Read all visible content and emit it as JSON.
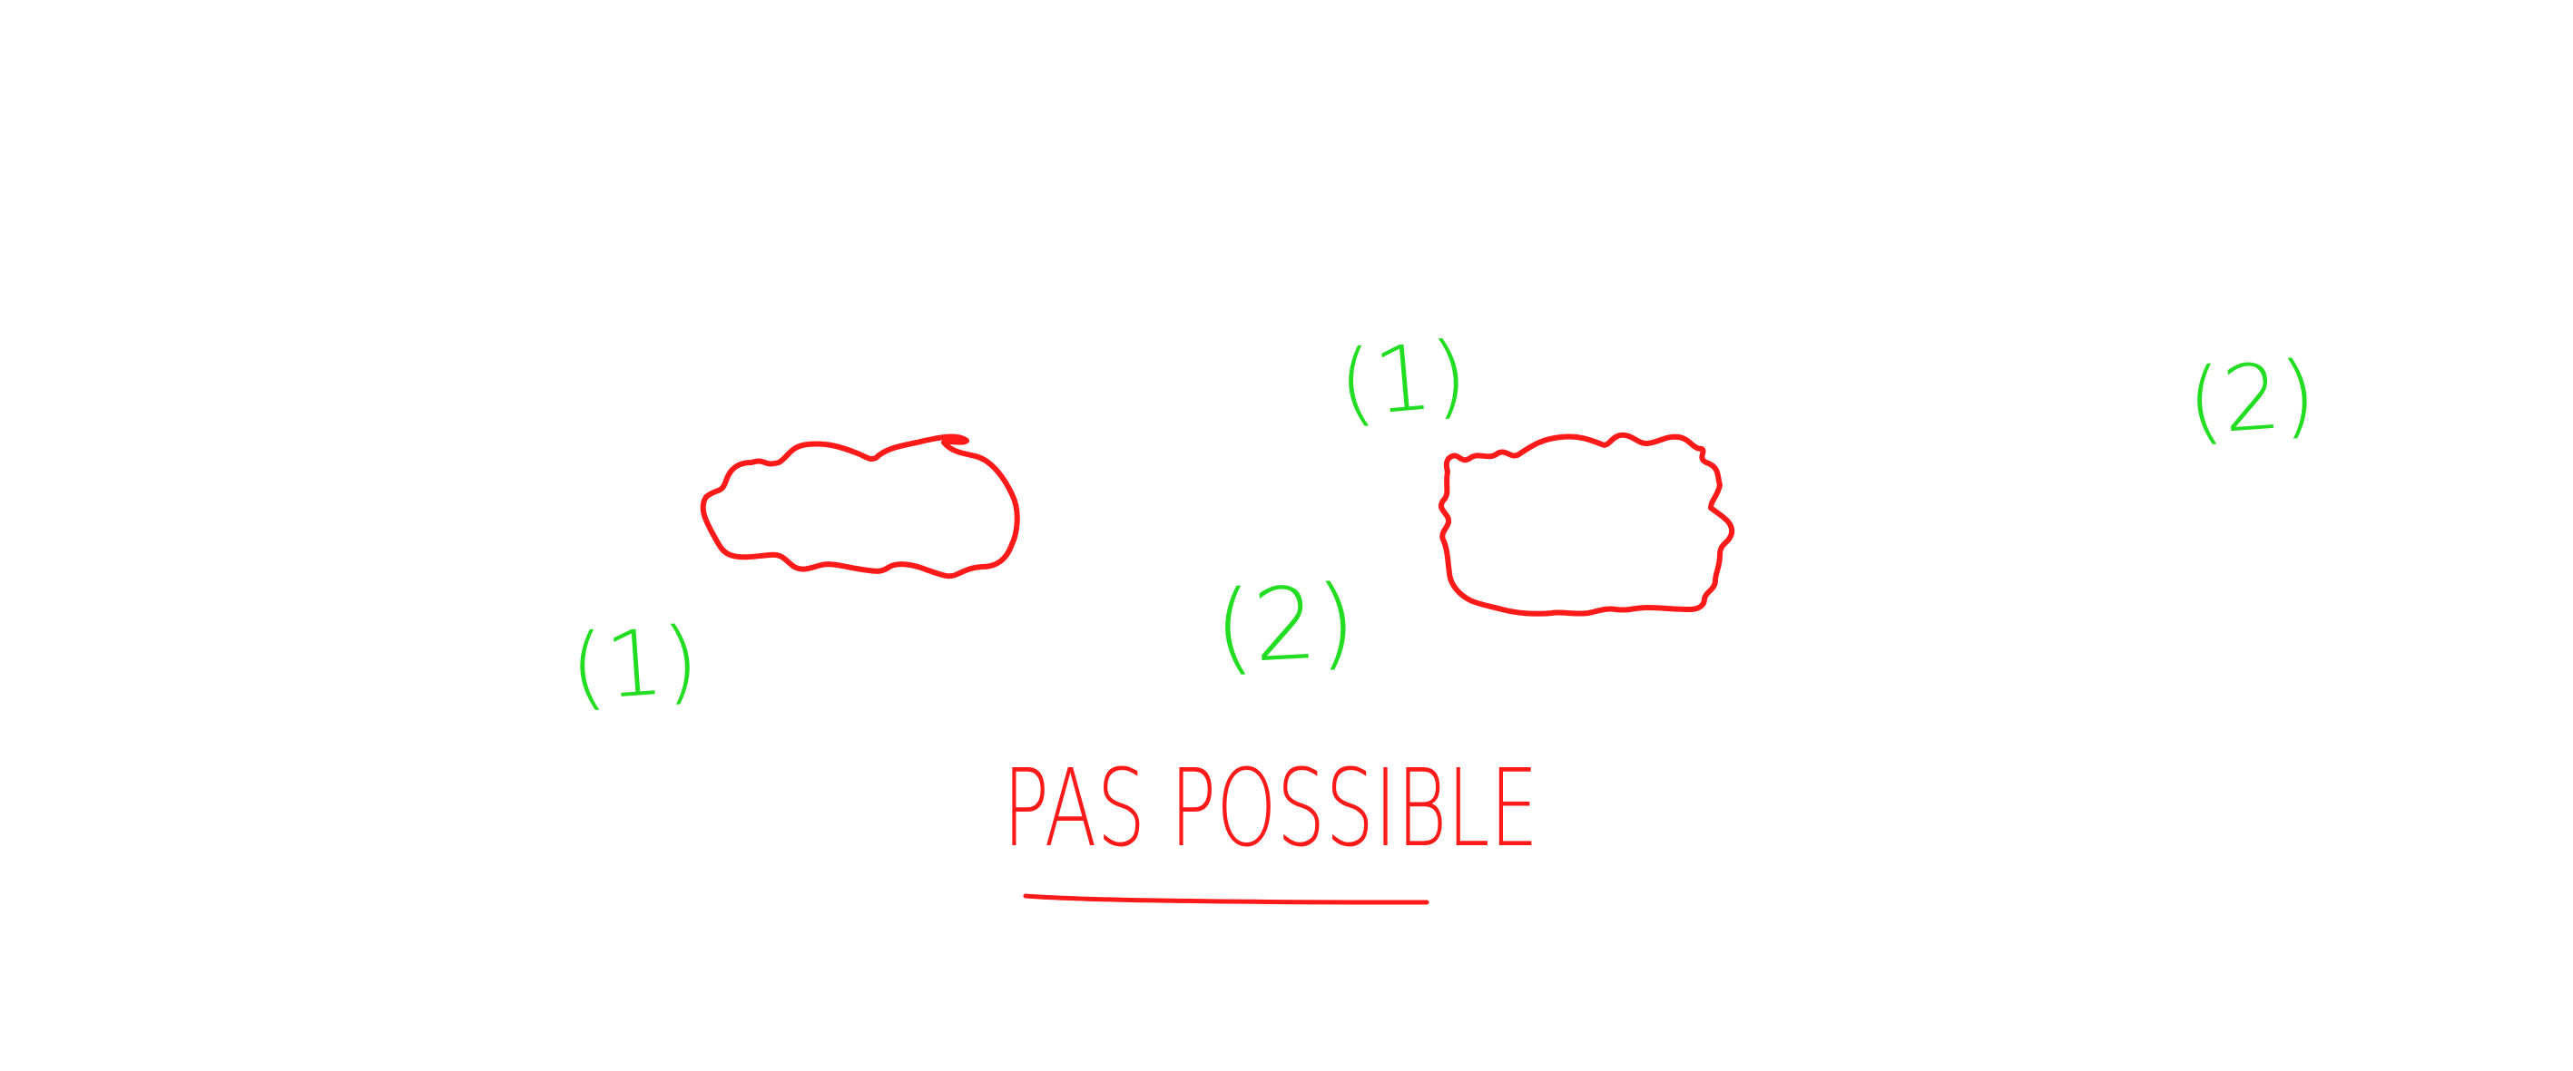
{
  "colors": {
    "background": "#ffffff",
    "red_ink": "#ff1a1a",
    "green_ink": "#22dd22"
  },
  "labels": {
    "label_1_left": "(1)",
    "label_2_middle": "(2)",
    "label_1_top": "(1)",
    "label_2_right": "(2)",
    "caption": "PAS POSSIBLE"
  }
}
